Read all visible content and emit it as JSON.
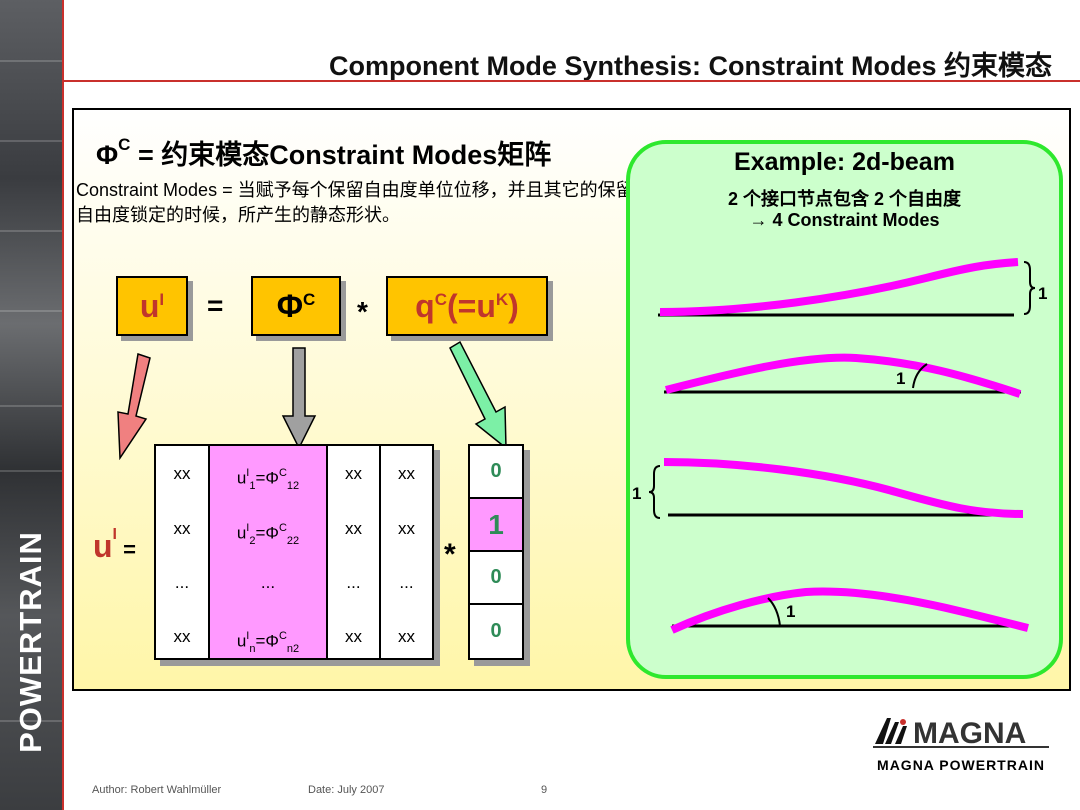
{
  "brand_vertical": "POWERTRAIN",
  "title": "Component Mode Synthesis: Constraint Modes 约束模态",
  "heading": {
    "symbol": "Φ",
    "sup": "C",
    "text": " = 约束模态Constraint Modes矩阵"
  },
  "description": "Constraint Modes = 当赋予每个保留自由度单位位移，并且其它的保留自由度锁定的时候，所产生的静态形状。",
  "equation": {
    "lhs_main": "u",
    "lhs_sup": "I",
    "equals": "=",
    "phi_main": "Φ",
    "phi_sup": "C",
    "times": "*",
    "q_main": "q",
    "q_sup": "C",
    "q_paren_open": " (=u",
    "q_paren_sup": "K",
    "q_paren_close": ")"
  },
  "matrix": {
    "label_main": "u",
    "label_sup": "I",
    "label_equals": " =",
    "rows": [
      {
        "c1": "xx",
        "c2_base": "u",
        "c2_sup": "I",
        "c2_sub": "1",
        "c2_eq": "=Φ",
        "c2_sup2": "C",
        "c2_sub2": "12",
        "c3": "xx",
        "c4": "xx"
      },
      {
        "c1": "xx",
        "c2_base": "u",
        "c2_sup": "I",
        "c2_sub": "2",
        "c2_eq": "=Φ",
        "c2_sup2": "C",
        "c2_sub2": "22",
        "c3": "xx",
        "c4": "xx"
      },
      {
        "c1": "...",
        "c2_text": "...",
        "c3": "...",
        "c4": "..."
      },
      {
        "c1": "xx",
        "c2_base": "u",
        "c2_sup": "I",
        "c2_sub": "n",
        "c2_eq": "=Φ",
        "c2_sup2": "C",
        "c2_sub2": "n2",
        "c3": "xx",
        "c4": "xx"
      }
    ],
    "times": "*",
    "vector": [
      "0",
      "1",
      "0",
      "0"
    ]
  },
  "example": {
    "title": "Example: 2d-beam",
    "line1": "2 个接口节点包含 2 个自由度",
    "line2": "→ 4 Constraint Modes",
    "labels": [
      "1",
      "1",
      "1",
      "1"
    ]
  },
  "logo": {
    "name": "MAGNA",
    "subtitle": "MAGNA POWERTRAIN"
  },
  "footer": {
    "author": "Author: Robert Wahlmüller",
    "date": "Date: July 2007",
    "page": "9"
  },
  "colors": {
    "accent_red": "#c9302c",
    "box_orange": "#ffc400",
    "highlight_pink": "#ff99ff",
    "beam_magenta": "#ff00ff",
    "panel_green": "#ccffcc",
    "panel_border": "#2ee82e"
  }
}
